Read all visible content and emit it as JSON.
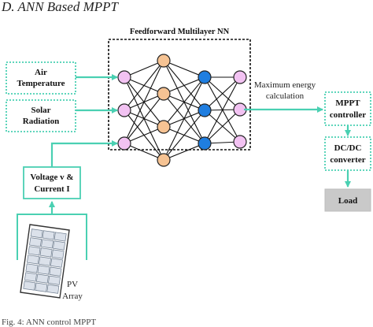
{
  "section_title": "D. ANN Based MPPT",
  "nn_title": "Feedforward Multilayer NN",
  "inputs": {
    "air_temperature": [
      "Air",
      "Temperature"
    ],
    "solar_radiation": [
      "Solar",
      "Radiation"
    ],
    "voltage_current": [
      "Voltage v &",
      "Current I"
    ]
  },
  "output_label": [
    "Maximum energy",
    "calculation"
  ],
  "blocks": {
    "mppt_controller": [
      "MPPT",
      "controller"
    ],
    "dcdc_converter": [
      "DC/DC",
      "converter"
    ],
    "load": "Load"
  },
  "pv_label": [
    "PV",
    "Array"
  ],
  "caption": "Fig. 4: ANN control MPPT",
  "colors": {
    "accent_teal": "#4ad0b2",
    "input_node": "#f2c2f2",
    "hidden1_node": "#f6c393",
    "hidden2_node": "#1f7ee0",
    "output_node": "#f2c2f2",
    "load_fill": "#c9c9c9",
    "pv_cell": "#dbe1ea"
  }
}
